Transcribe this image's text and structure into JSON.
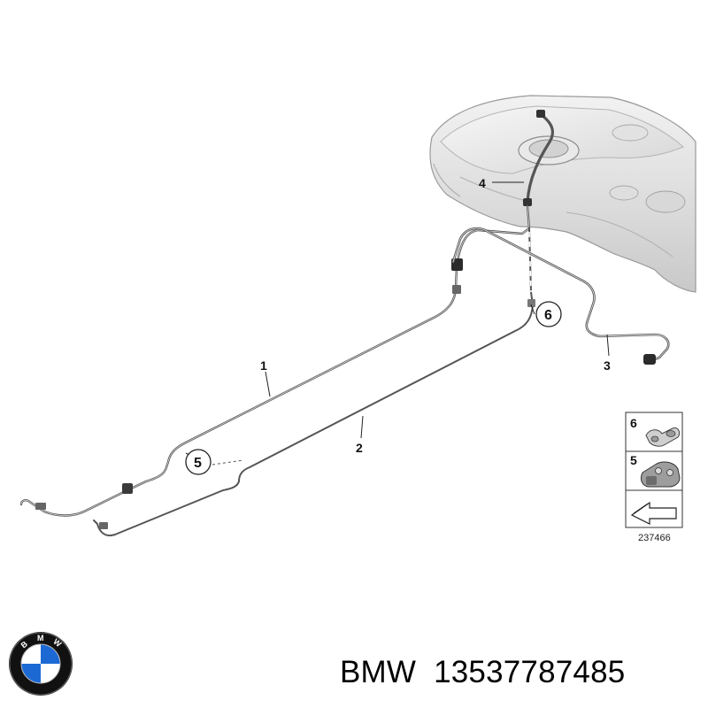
{
  "diagram": {
    "callouts": {
      "part1": "1",
      "part2": "2",
      "part3": "3",
      "part4": "4",
      "part5": "5",
      "part6": "6"
    },
    "key_panel": {
      "item_top": "6",
      "item_middle": "5"
    },
    "reference_number": "237466"
  },
  "product": {
    "brand": "BMW",
    "part_number": "13537787485"
  },
  "logo": {
    "letters": [
      "B",
      "M",
      "W"
    ]
  },
  "colors": {
    "tank_fill": "#e4e4e4",
    "line_stroke": "#555555",
    "logo_blue": "#1c69d4",
    "logo_ring": "#111111"
  }
}
